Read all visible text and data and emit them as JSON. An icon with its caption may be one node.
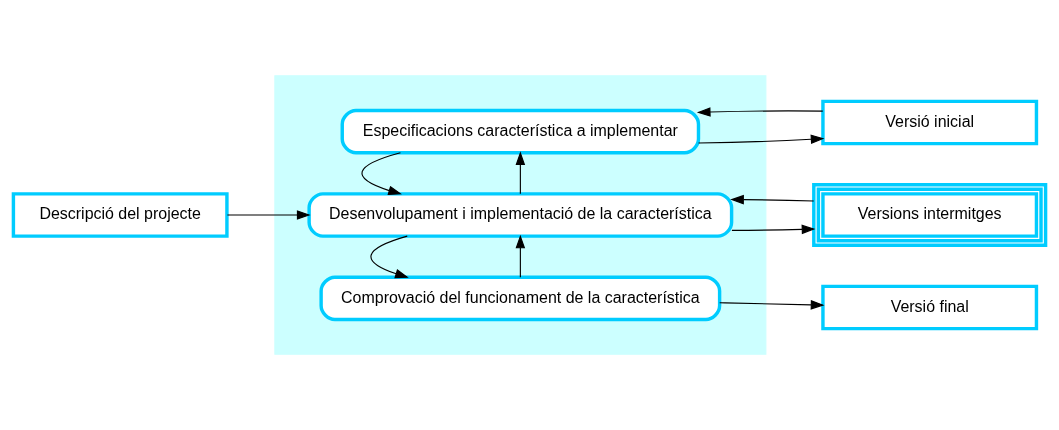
{
  "diagram": {
    "nodes": [
      {
        "text": [
          "Descripció del projecte"
        ]
      },
      {
        "text": [],
        "shape": "box"
      },
      {
        "text": [
          "Especificacions característica a implementar"
        ],
        "in": 1
      },
      {
        "text": [
          "Desenvolupament i implementació de la característica"
        ],
        "in": 1
      },
      {
        "text": [
          "Comprovació del funcionament de la característica"
        ],
        "in": 1
      },
      {
        "text": [
          "Versió inicial"
        ]
      },
      {
        "text": [
          "Versions intermitges"
        ]
      },
      {
        "text": [
          "Versió final"
        ]
      }
    ],
    "edges": [
      {
        "from": 0,
        "to": 3,
        "arrow": "to"
      },
      {
        "from": 2,
        "to": 5,
        "arrow": "to"
      },
      {
        "from": 5,
        "to": 2,
        "arrow": "to"
      },
      {
        "from": 3,
        "to": 2,
        "arrow": "to"
      },
      {
        "from": 2,
        "to": 3,
        "arrow": "to"
      },
      {
        "from": 3,
        "to": 6,
        "arrow": "to"
      },
      {
        "from": 6,
        "to": 3,
        "arrow": "to"
      },
      {
        "from": 4,
        "to": 3,
        "arrow": "to"
      },
      {
        "from": 3,
        "to": 4,
        "arrow": "to"
      },
      {
        "from": 4,
        "to": 7,
        "arrow": "to"
      }
    ]
  }
}
